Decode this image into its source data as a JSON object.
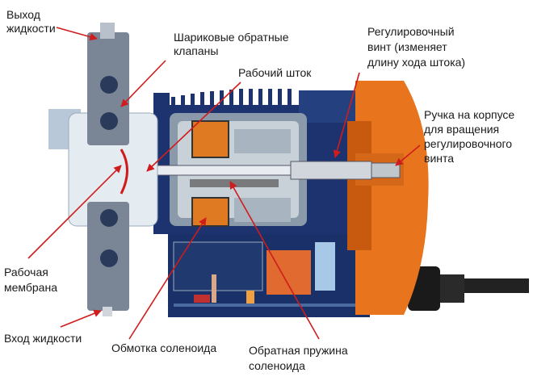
{
  "labels": {
    "outlet": [
      "Выход",
      "жидкости"
    ],
    "check_valves": [
      "Шариковые обратные",
      "клапаны"
    ],
    "plunger": "Рабочий шток",
    "adjust_screw": [
      "Регулировочный",
      "винт (изменяет",
      "длину хода штока)"
    ],
    "knob": [
      "Ручка на корпусе",
      "для вращения",
      "регулировочного",
      "винта"
    ],
    "diaphragm": [
      "Рабочая",
      "мембрана"
    ],
    "inlet": "Вход жидкости",
    "coil": "Обмотка соленоида",
    "spring": [
      "Обратная пружина",
      "соленоида"
    ]
  },
  "colors": {
    "arrow": "#d01c1c",
    "body": "#1c3370",
    "cover": "#e8741e",
    "coil": "#e07a22"
  }
}
